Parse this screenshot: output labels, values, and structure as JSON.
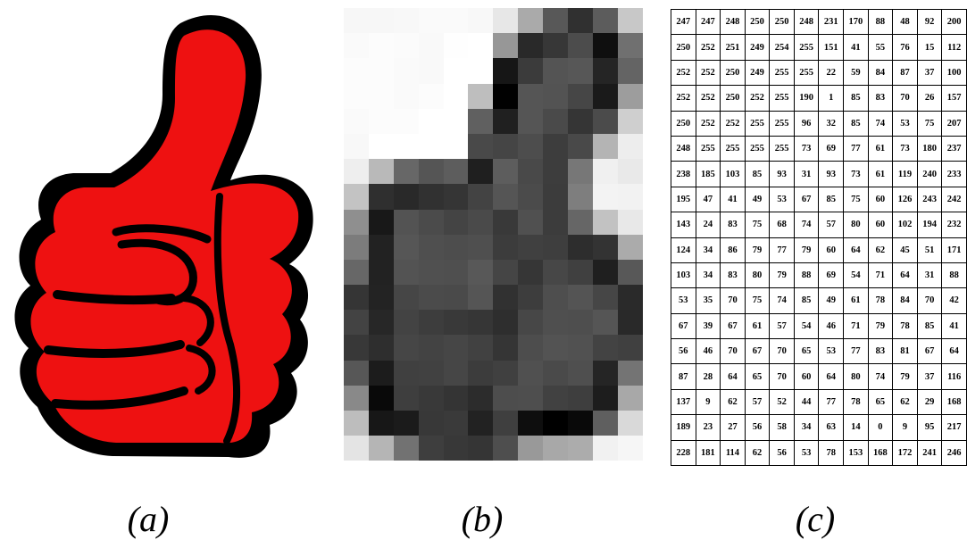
{
  "captions": {
    "a": "(a)",
    "b": "(b)",
    "c": "(c)"
  },
  "colors": {
    "thumb_fill": "#ee1111",
    "thumb_outline": "#000000",
    "background": "#ffffff"
  },
  "pixel_grid": {
    "rows": 18,
    "cols": 12,
    "values": [
      [
        247,
        247,
        248,
        250,
        250,
        248,
        231,
        170,
        88,
        48,
        92,
        200
      ],
      [
        250,
        252,
        251,
        249,
        254,
        255,
        151,
        41,
        55,
        76,
        15,
        112
      ],
      [
        252,
        252,
        250,
        249,
        255,
        255,
        22,
        59,
        84,
        87,
        37,
        100
      ],
      [
        252,
        252,
        250,
        252,
        255,
        190,
        1,
        85,
        83,
        70,
        26,
        157
      ],
      [
        250,
        252,
        252,
        255,
        255,
        96,
        32,
        85,
        74,
        53,
        75,
        207
      ],
      [
        248,
        255,
        255,
        255,
        255,
        73,
        69,
        77,
        61,
        73,
        180,
        237
      ],
      [
        238,
        185,
        103,
        85,
        93,
        31,
        93,
        73,
        61,
        119,
        240,
        233
      ],
      [
        195,
        47,
        41,
        49,
        53,
        67,
        85,
        75,
        60,
        126,
        243,
        242
      ],
      [
        143,
        24,
        83,
        75,
        68,
        74,
        57,
        80,
        60,
        102,
        194,
        232
      ],
      [
        124,
        34,
        86,
        79,
        77,
        79,
        60,
        64,
        62,
        45,
        51,
        171
      ],
      [
        103,
        34,
        83,
        80,
        79,
        88,
        69,
        54,
        71,
        64,
        31,
        88
      ],
      [
        53,
        35,
        70,
        75,
        74,
        85,
        49,
        61,
        78,
        84,
        70,
        42
      ],
      [
        67,
        39,
        67,
        61,
        57,
        54,
        46,
        71,
        79,
        78,
        85,
        41
      ],
      [
        56,
        46,
        70,
        67,
        70,
        65,
        53,
        77,
        83,
        81,
        67,
        64
      ],
      [
        87,
        28,
        64,
        65,
        70,
        60,
        64,
        80,
        74,
        79,
        37,
        116
      ],
      [
        137,
        9,
        62,
        57,
        52,
        44,
        77,
        78,
        65,
        62,
        29,
        168
      ],
      [
        189,
        23,
        27,
        56,
        58,
        34,
        63,
        14,
        0,
        9,
        95,
        217
      ],
      [
        228,
        181,
        114,
        62,
        56,
        53,
        78,
        153,
        168,
        172,
        241,
        246
      ]
    ]
  }
}
